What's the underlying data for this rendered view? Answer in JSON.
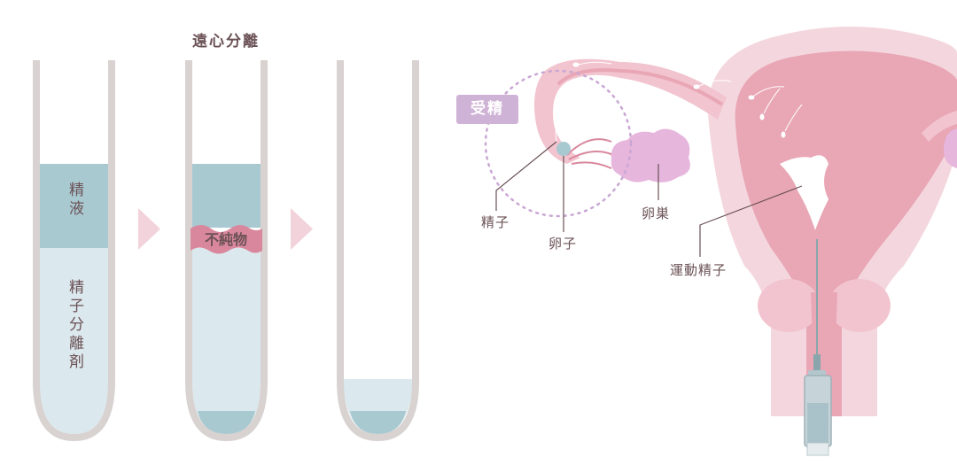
{
  "title": "遠心分離",
  "tubes": {
    "tube1": {
      "top_label": "精液",
      "bottom_label": "精子分離剤"
    },
    "tube2": {
      "impurity_label": "不純物"
    }
  },
  "anatomy": {
    "badge": "受精",
    "sperm_label": "精子",
    "egg_label": "卵子",
    "ovary_label": "卵巣",
    "motile_sperm_label": "運動精子"
  },
  "colors": {
    "tube_wall": "#d8d2d1",
    "semen": "#a9c9d1",
    "separator": "#dbe8ed",
    "impurity": "#d9879d",
    "arrow": "#f2d3db",
    "uterus_outer": "#f4d7de",
    "uterus_inner": "#e9a6b5",
    "ovary": "#e6b6dd",
    "badge": "#cfb3d6",
    "text": "#6b5256"
  }
}
